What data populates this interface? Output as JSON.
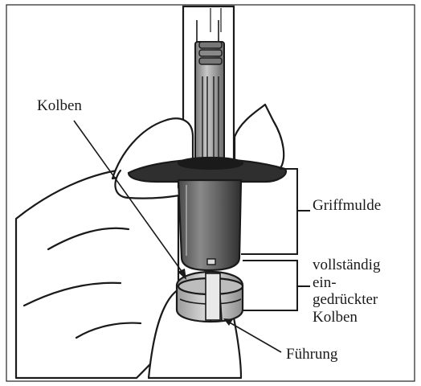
{
  "labels": {
    "kolben": "Kolben",
    "griffmulde": "Griffmulde",
    "vollstaendig": [
      "vollständig",
      "ein-",
      "gedrückter",
      "Kolben"
    ],
    "fuehrung": "Führung"
  },
  "colors": {
    "outline": "#1a1a1a",
    "hand": "#ffffff",
    "barrel": "#6c6c6c",
    "grip": "#3d3d3d",
    "plunger": "#9a9a9a"
  }
}
